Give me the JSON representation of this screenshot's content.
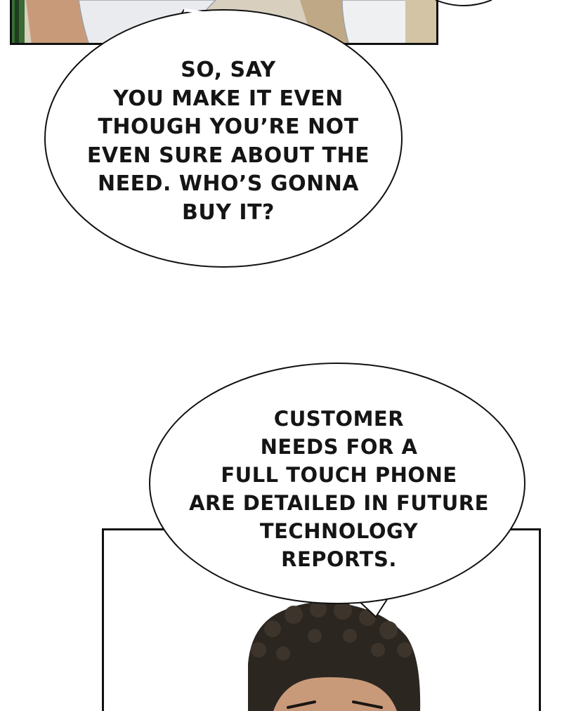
{
  "bubbles": [
    {
      "lines": [
        "SO, SAY",
        "YOU MAKE IT EVEN",
        "THOUGH YOU’RE NOT",
        "EVEN SURE ABOUT THE",
        "NEED. WHO’S GONNA",
        "BUY IT?"
      ]
    },
    {
      "lines": [
        "CUSTOMER",
        "NEEDS FOR A",
        "FULL TOUCH PHONE",
        "ARE DETAILED IN FUTURE",
        "TECHNOLOGY",
        "REPORTS."
      ]
    }
  ],
  "colors": {
    "ink": "#151515",
    "panel_border": "#111111",
    "hair": "#2b2620",
    "skin": "#c99a7a",
    "shirt": "#e9ebee",
    "foliage": "#3a6b35",
    "wall": "#d2c4a4"
  }
}
